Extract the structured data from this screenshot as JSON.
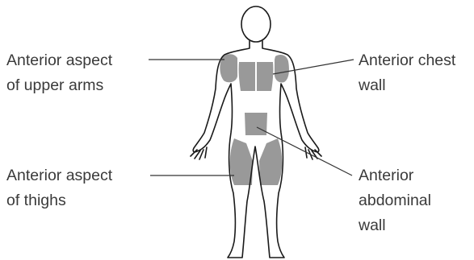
{
  "labels": {
    "upper_arms": {
      "line1": "Anterior aspect",
      "line2": "of upper arms"
    },
    "chest": {
      "line1": "Anterior chest",
      "line2": "wall"
    },
    "thighs": {
      "line1": "Anterior aspect",
      "line2": "of thighs"
    },
    "abdomen": {
      "line1": "Anterior",
      "line2": "abdominal",
      "line3": "wall"
    }
  },
  "colors": {
    "outline": "#1a1a1a",
    "region_fill": "#999999",
    "leader_line": "#333333",
    "text": "#3a3a3a"
  }
}
